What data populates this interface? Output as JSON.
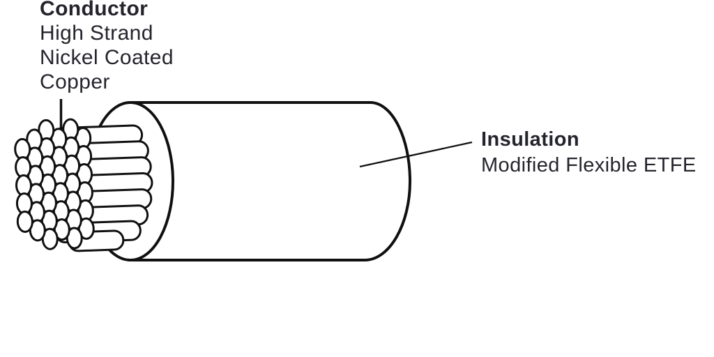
{
  "diagram": {
    "colors": {
      "ink": "#24242c",
      "line": "#101010",
      "fill": "#ffffff"
    },
    "labels": {
      "conductor": {
        "title": "Conductor",
        "lines": [
          "High Strand",
          "Nickel Coated",
          "Copper"
        ]
      },
      "insulation": {
        "title": "Insulation",
        "lines": [
          "Modified Flexible ETFE"
        ]
      }
    }
  }
}
